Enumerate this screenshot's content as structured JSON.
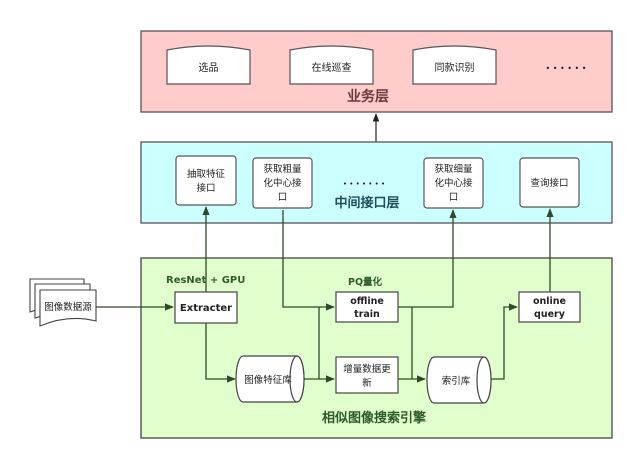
{
  "colors": {
    "business_layer_fill": "#ffcccc",
    "interface_layer_fill": "#ccffff",
    "engine_layer_fill": "#e0ffcc",
    "layer_title_business": "#6b3b3b",
    "layer_title_interface": "#1f4d5a",
    "layer_title_engine": "#2f5a2a",
    "connector": "#2f4a2a"
  },
  "business_layer": {
    "title": "业务层",
    "items": [
      "选品",
      "在线巡查",
      "同款识别"
    ],
    "ellipsis": "• • • • • •"
  },
  "interface_layer": {
    "title": "中间接口层",
    "items": [
      {
        "lines": [
          "抽取特征",
          "接口"
        ]
      },
      {
        "lines": [
          "获取粗量",
          "化中心接",
          "口"
        ]
      },
      {
        "lines": [
          "获取细量",
          "化中心接",
          "口"
        ]
      },
      {
        "lines": [
          "查询接口"
        ]
      }
    ],
    "ellipsis": "• • • • • • •"
  },
  "engine_layer": {
    "title": "相似图像搜索引擎",
    "resnet_label": "ResNet + GPU",
    "pq_label": "PQ量化",
    "extracter": "Extracter",
    "offline_train": [
      "offline",
      "train"
    ],
    "incremental_update": [
      "增量数据更",
      "新"
    ],
    "feature_db": "图像特征库",
    "index_db": "索引库",
    "online_query": [
      "online",
      "query"
    ]
  },
  "data_source": "图像数据源"
}
